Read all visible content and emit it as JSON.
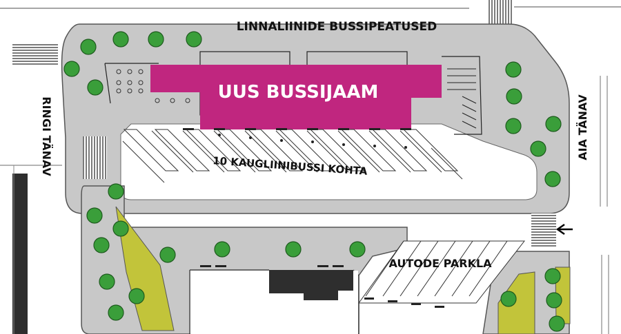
{
  "labels": {
    "city_bus_stops": "LINNALIINIDE BUSSIPEATUSED",
    "new_bus_station": "UUS BUSSIJAAM",
    "long_distance_bays": "10 KAUGLIINIBUSSI KOHTA",
    "car_parking": "AUTODE PARKLA",
    "ringi_street": "RINGI TÄNAV",
    "aia_street": "AIA TÄNAV"
  },
  "colors": {
    "paved_area": "#c8c8c8",
    "station_building": "#c0267f",
    "grass": "#c2c43a",
    "tree": "#3a9e3a",
    "tree_outline": "#1e5a1e",
    "building_dark": "#2e2e2e",
    "road_line": "#555555"
  },
  "icons": {
    "entry_arrow": "arrow-left-icon",
    "trees": "tree-icon",
    "crosswalks": "crosswalk-icon"
  },
  "counts": {
    "long_distance_bus_bays": 10
  }
}
